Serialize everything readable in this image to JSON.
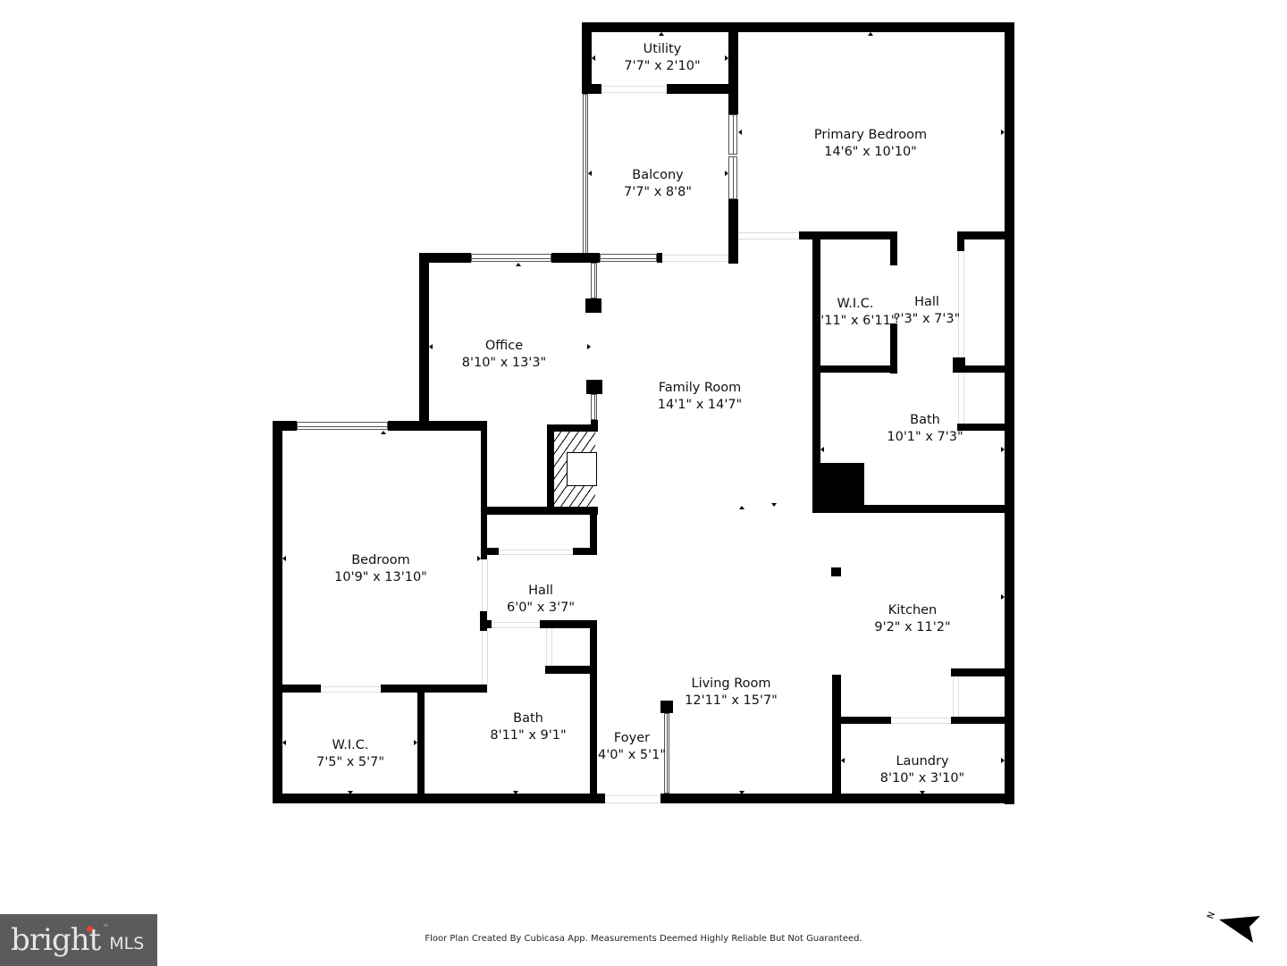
{
  "floor_plan": {
    "rooms": [
      {
        "id": "utility",
        "name": "Utility",
        "dims": "7'7\" x 2'10\""
      },
      {
        "id": "primary-bedroom",
        "name": "Primary Bedroom",
        "dims": "14'6\" x 10'10\""
      },
      {
        "id": "balcony",
        "name": "Balcony",
        "dims": "7'7\" x 8'8\""
      },
      {
        "id": "wic-primary",
        "name": "W.I.C.",
        "dims": "?'11\" x 6'11\""
      },
      {
        "id": "hall-primary",
        "name": "Hall",
        "dims": "?'3\" x 7'3\""
      },
      {
        "id": "office",
        "name": "Office",
        "dims": "8'10\" x 13'3\""
      },
      {
        "id": "family-room",
        "name": "Family Room",
        "dims": "14'1\" x 14'7\""
      },
      {
        "id": "bath-primary",
        "name": "Bath",
        "dims": "10'1\" x 7'3\""
      },
      {
        "id": "bedroom",
        "name": "Bedroom",
        "dims": "10'9\" x 13'10\""
      },
      {
        "id": "hall",
        "name": "Hall",
        "dims": "6'0\" x 3'7\""
      },
      {
        "id": "kitchen",
        "name": "Kitchen",
        "dims": "9'2\" x 11'2\""
      },
      {
        "id": "living-room",
        "name": "Living Room",
        "dims": "12'11\" x 15'7\""
      },
      {
        "id": "wic",
        "name": "W.I.C.",
        "dims": "7'5\" x 5'7\""
      },
      {
        "id": "bath",
        "name": "Bath",
        "dims": "8'11\" x 9'1\""
      },
      {
        "id": "foyer",
        "name": "Foyer",
        "dims": "4'0\" x 5'1\""
      },
      {
        "id": "laundry",
        "name": "Laundry",
        "dims": "8'10\" x 3'10\""
      }
    ],
    "compass": {
      "label": "N",
      "icon": "north-arrow-icon"
    }
  },
  "footer": {
    "disclaimer": "Floor Plan Created By Cubicasa App. Measurements Deemed Highly Reliable But Not Guaranteed."
  },
  "branding": {
    "logo_word": "bright",
    "logo_suffix": "MLS",
    "logo_tm": "™",
    "accent_color": "#e0462b",
    "logo_bg": "#5b5b5b"
  }
}
